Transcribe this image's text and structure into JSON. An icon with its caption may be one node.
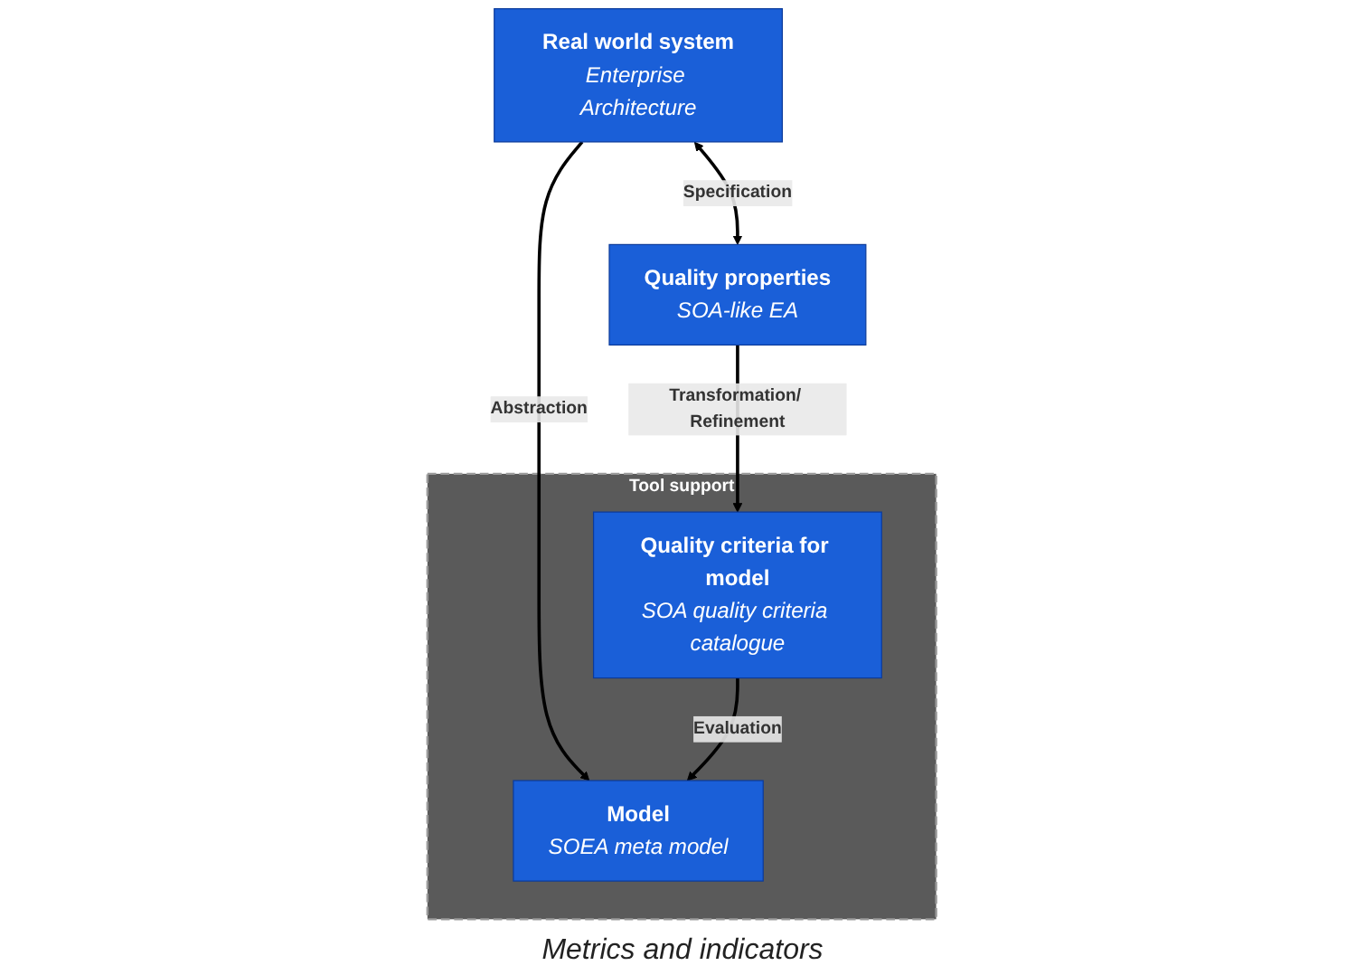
{
  "diagram": {
    "nodes": [
      {
        "text": [
          "Real world system",
          "Enterprise Architecture"
        ]
      },
      {
        "text": [
          "Quality properties",
          "SOA-like EA"
        ]
      },
      {
        "text": [
          "Tool support"
        ]
      },
      {
        "text": [
          "Model",
          "SOEA meta model"
        ],
        "in": 2
      },
      {
        "text": [
          "Quality criteria for model",
          "SOA quality criteria catalogue"
        ],
        "in": 2
      }
    ],
    "edges": [
      {
        "from": 0,
        "to": 1,
        "arrow": "both",
        "label": "Specification"
      },
      {
        "from": 0,
        "to": 3,
        "arrow": "to",
        "label": "Abstraction"
      },
      {
        "from": 1,
        "to": 4,
        "arrow": "to",
        "label": "Transformation/ Refinement"
      },
      {
        "from": 4,
        "to": 3,
        "arrow": "to",
        "label": "Evaluation"
      }
    ],
    "labels": [
      "Metrics and indicators"
    ]
  }
}
